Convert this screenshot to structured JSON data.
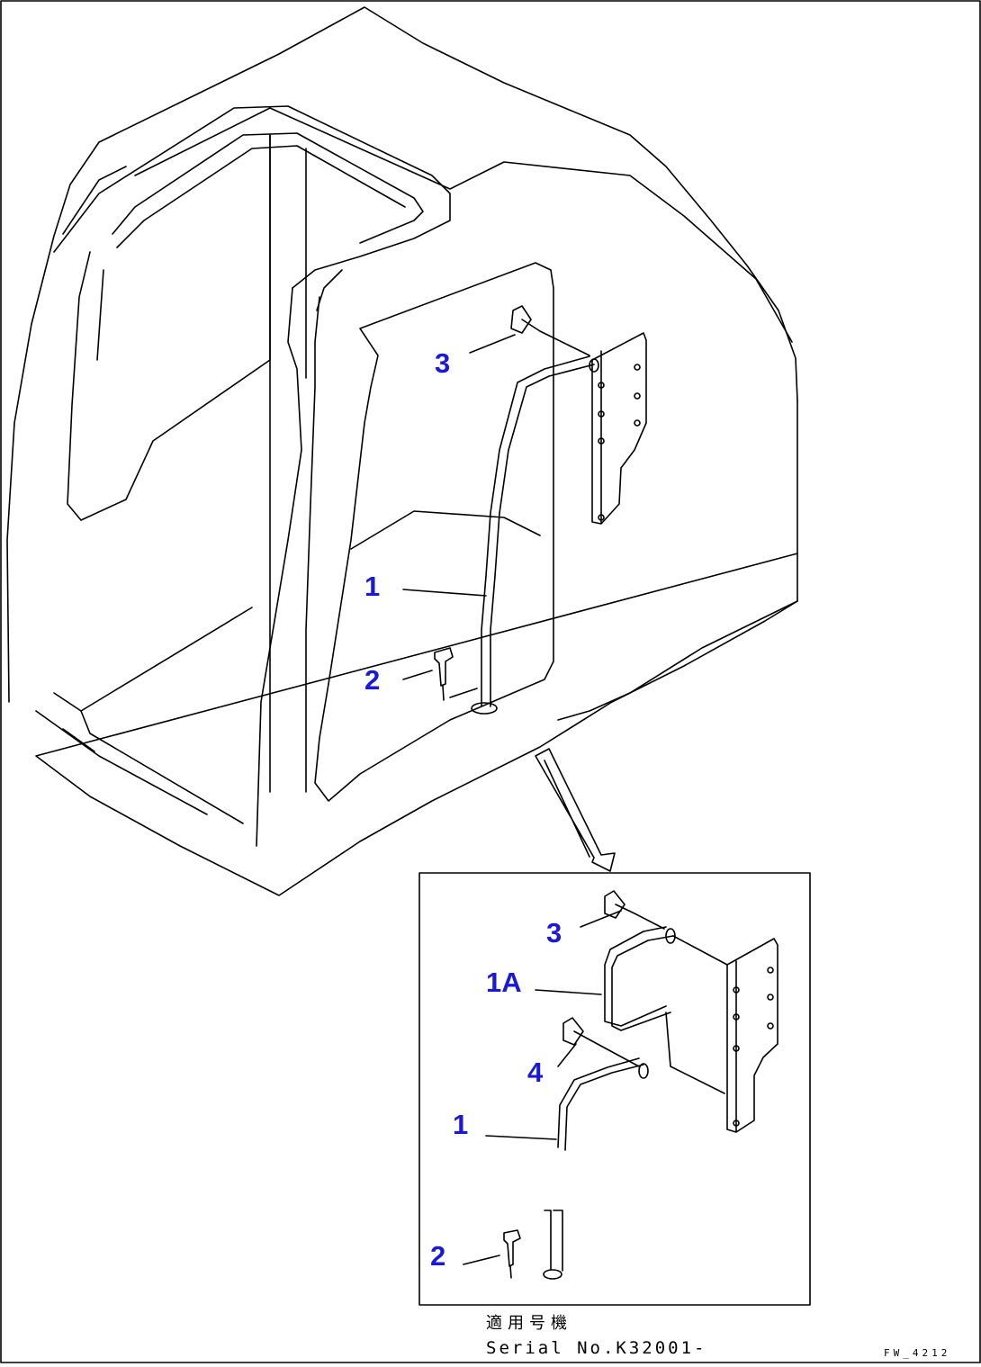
{
  "callouts": {
    "main_3": "3",
    "main_1": "1",
    "main_2": "2",
    "detail_3": "3",
    "detail_1a": "1A",
    "detail_4": "4",
    "detail_1": "1",
    "detail_2": "2"
  },
  "applicability": {
    "label_jp": "適用号機",
    "serial": "Serial No.K32001-"
  },
  "figure_code": "FW_4212",
  "colors": {
    "callout": "#1a1ad6",
    "line": "#000000"
  }
}
